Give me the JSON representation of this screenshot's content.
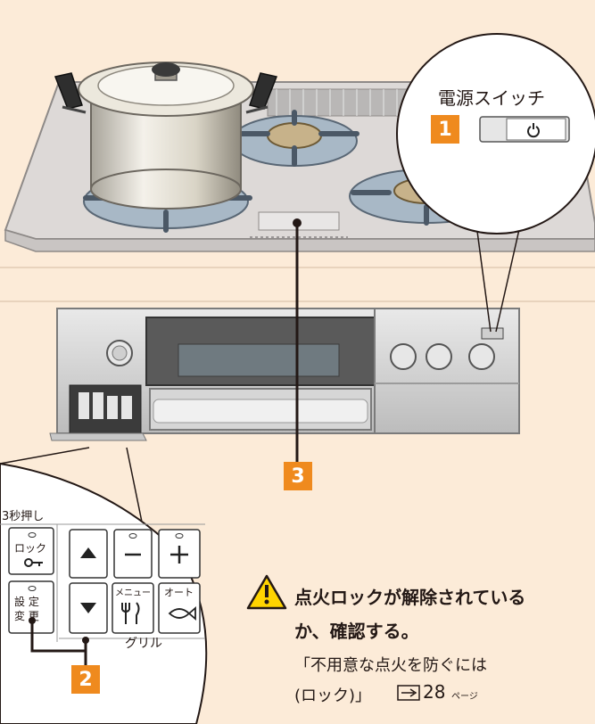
{
  "power_callout": {
    "label": "電源スイッチ",
    "step": "1"
  },
  "panel_callout": {
    "hold_label": "3秒押し",
    "lock_label": "ロック",
    "settings_label_1": "設 定",
    "settings_label_2": "変 更",
    "menu_label": "メニュー",
    "auto_label": "オート",
    "grill_label": "グリル",
    "step": "2"
  },
  "display_step": "3",
  "caution": {
    "line1": "点火ロックが解除されている",
    "line2": "か、確認する。",
    "ref_line1": "「不用意な点火を防ぐには",
    "ref_line2": "(ロック)」",
    "ref_page": "28",
    "ref_unit": "ページ"
  },
  "colors": {
    "background": "#fcebd8",
    "accent": "#ef8a1e",
    "warning": "#ffd400"
  }
}
